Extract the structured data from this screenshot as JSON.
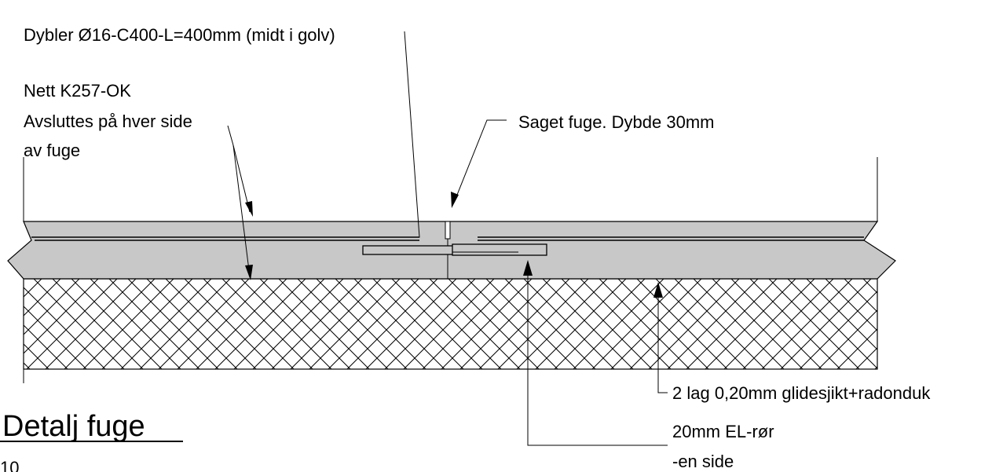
{
  "labels": {
    "dowel": "Dybler Ø16-C400-L=400mm (midt i golv)",
    "mesh_line1": "Nett K257-OK",
    "mesh_line2": "Avsluttes på hver side",
    "mesh_line3": "av fuge",
    "saw_joint": "Saget fuge. Dybde 30mm",
    "sliding_layer": "2 lag 0,20mm glidesjikt+radonduk",
    "conduit_line1": "20mm EL-rør",
    "conduit_line2": "-en side",
    "title": "Detalj fuge",
    "scale_partial": "10"
  },
  "colors": {
    "concrete": "#c8c8c8",
    "lines": "#000000",
    "background": "#ffffff"
  }
}
